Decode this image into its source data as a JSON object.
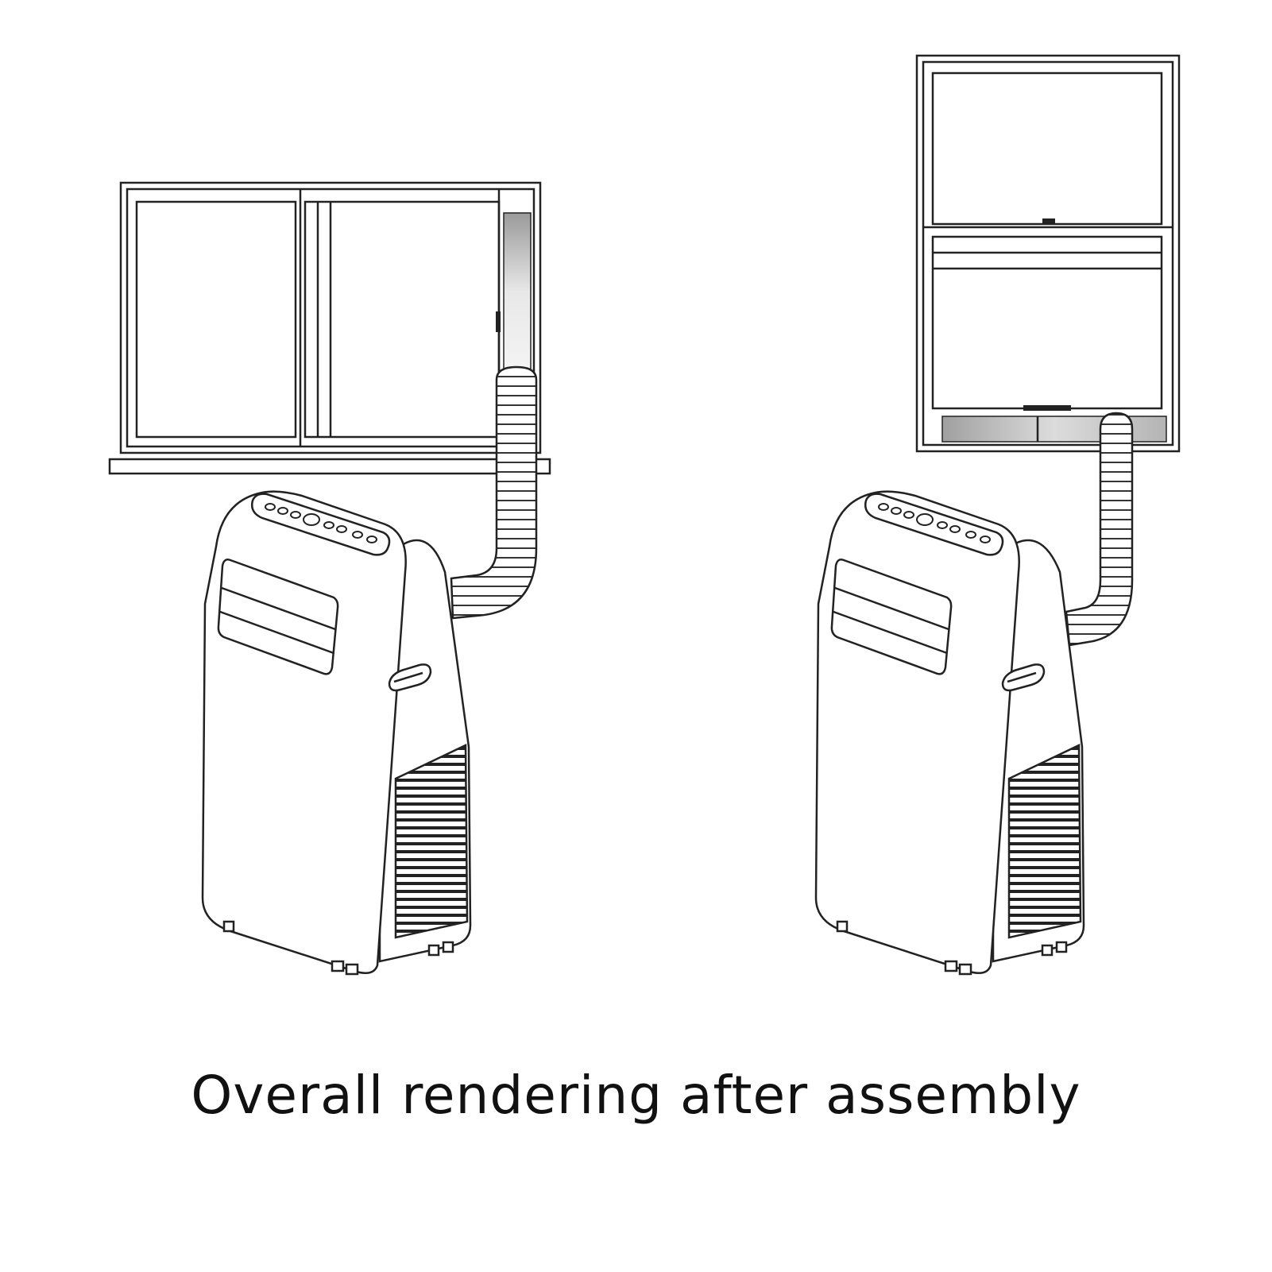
{
  "caption": "Overall rendering after assembly",
  "colors": {
    "line": "#222222",
    "background": "#ffffff",
    "panel_gray": "#c8c8c8"
  },
  "illustrations": [
    {
      "name": "sliding-window-installation",
      "window_type": "horizontal-sliding"
    },
    {
      "name": "hung-window-installation",
      "window_type": "vertical-hung"
    }
  ]
}
